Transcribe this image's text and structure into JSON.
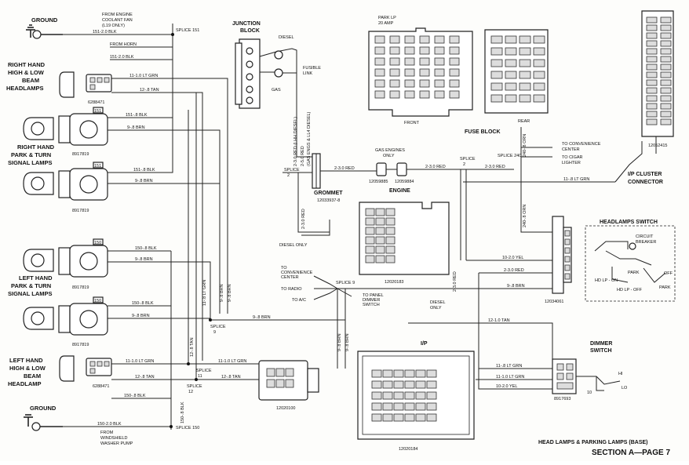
{
  "left_labels": {
    "ground_top": "GROUND",
    "rh_headlamps": [
      "RIGHT HAND",
      "HIGH & LOW",
      "BEAM",
      "HEADLAMPS"
    ],
    "rh_park": [
      "RIGHT HAND",
      "PARK & TURN",
      "SIGNAL LAMPS"
    ],
    "lh_park": [
      "LEFT HAND",
      "PARK & TURN",
      "SIGNAL LAMPS"
    ],
    "lh_headlamp": [
      "LEFT HAND",
      "HIGH & LOW",
      "BEAM",
      "HEADLAMP"
    ],
    "ground_bottom": "GROUND"
  },
  "part_numbers": {
    "rh_head": "6288471",
    "rh_park1": "8917819",
    "rh_park2": "8917819",
    "lh_park1": "8917819",
    "lh_park2": "8917819",
    "lh_head": "6288471",
    "cluster": "12052415",
    "engine_block": "12020183",
    "grommet": "12033937-8",
    "gas1": "12059885",
    "gas2": "12059884",
    "headlamp_sw": "12034061",
    "dimmer": "8917693",
    "ip_conn": "12020100",
    "ip_block": "12020184"
  },
  "connector_tags": [
    "151",
    "151",
    "150",
    "150"
  ],
  "wires": {
    "w151_2_blk": "151-2.0 BLK",
    "w151_2_blk_b": "151-2.0 BLK",
    "w11_lgrn": "11-1.0 LT GRN",
    "w12_tan": "12-.8 TAN",
    "w151_blk": "151-.8 BLK",
    "w9_brn": "9-.8 BRN",
    "w151_blk_b": "151-.8 BLK",
    "w9_brn_b": "9-.8 BRN",
    "w150_blk": "150-.8 BLK",
    "w9_brn_c": "9-.8 BRN",
    "w150_blk_b": "150-.8 BLK",
    "w9_brn_d": "9-.8 BRN",
    "w11_lgrn_b": "11-1.0 LT GRN",
    "w12_tan_b": "12-.8 TAN",
    "w150_blk_c": "150-.8 BLK",
    "w150_2_blk": "150-2.0 BLK",
    "v11_lgrn": "11-.8 LT GRN",
    "v12_tan": "12-.8 TAN",
    "v9_brn": "9-.8 BRN",
    "v9_brn2": "9-.8 BRN",
    "v150_blk": "150-.8 BLK",
    "h11_lgrn": "11-1.0 LT GRN",
    "h12_tan": "12-.8 TAN",
    "h9_brn": "9-.8 BRN",
    "splice_red1": "2-3.0 RED",
    "splice_red2": "2-3.0 RED",
    "splice_red3": "2-3.0 RED",
    "v_red_a": "2-3.0 RED (LHH DIESEL)",
    "v_red_b": "2-5.0 RED",
    "v_red_c": "(GAS ENGS & LL4 DIESEL)",
    "v_red_d": "2-3.0 RED",
    "v240_grn": "240-.8 ORN",
    "v240_grn2": "240-.8 ORN",
    "v2_red": "2-3.0 RED",
    "r11_lgrn": "11-.8 LT GRN",
    "r10_yel": "10-2.0 YEL",
    "r2_red": "2-3.0 RED",
    "r9_brn": "9-.8 BRN",
    "r12_tan": "12-1.0 TAN",
    "r11_lgrn2": "11-.8 LT GRN",
    "r11_lgrn3": "11-1.0 LT GRN",
    "r10_yel2": "10-2.0 YEL",
    "v9_brn_ip": "9-.8 BRN",
    "v9_brn_ip2": "9-.8 BRN"
  },
  "splices": {
    "s151": "SPLICE 151",
    "s9": [
      "SPLICE",
      "9"
    ],
    "s11": [
      "SPLICE",
      "11"
    ],
    "s12": [
      "SPLICE",
      "12"
    ],
    "s150": "SPLICE 150",
    "s2a": [
      "SPLICE",
      "2"
    ],
    "s2b": [
      "SPLICE",
      "2"
    ],
    "s240": "SPLICE 240",
    "s9b": "SPLICE 9"
  },
  "notes": {
    "from_fan": [
      "FROM ENGINE",
      "COOLANT FAN",
      "(L19 ONLY)"
    ],
    "from_horn": "FROM HORN",
    "from_washer": [
      "FROM",
      "WINDSHIELD",
      "WASHER PUMP"
    ],
    "junction_block": [
      "JUNCTION",
      "BLOCK"
    ],
    "diesel": "DIESEL",
    "gas": "GAS",
    "fusible_link": [
      "FUSIBLE",
      "LINK"
    ],
    "park_lp": [
      "PARK LP",
      "20 AMP"
    ],
    "front": "FRONT",
    "rear": "REAR",
    "fuse_block": "FUSE BLOCK",
    "gas_only": [
      "GAS ENGINES",
      "ONLY"
    ],
    "grommet": "GROMMET",
    "engine": "ENGINE",
    "diesel_only": "DIESEL ONLY",
    "diesel_only2": [
      "DIESEL",
      "ONLY"
    ],
    "to_conv": [
      "TO CONVENIENCE",
      "CENTER"
    ],
    "to_cigar": [
      "TO CIGAR",
      "LIGHTER"
    ],
    "to_conv2": [
      "TO",
      "CONVENIENCE",
      "CENTER"
    ],
    "to_radio": "TO RADIO",
    "to_ac": "TO A/C",
    "to_panel": [
      "TO PANEL",
      "DIMMER",
      "SWITCH"
    ],
    "ip": "I/P",
    "cluster": [
      "I/P CLUSTER",
      "CONNECTOR"
    ],
    "headlamps_switch": "HEADLAMPS SWITCH",
    "circuit_breaker": [
      "CIRCUIT",
      "BREAKER"
    ],
    "hd_lp_on": "HD LP - ON",
    "hd_lp_off": "HD LP - OFF",
    "park": "PARK",
    "park2": "PARK",
    "off": "OFF",
    "dimmer": [
      "DIMMER",
      "SWITCH"
    ],
    "hi": "HI",
    "lo": "LO",
    "ten": "10"
  },
  "footer": {
    "title": "HEAD LAMPS & PARKING LAMPS (BASE)",
    "section": "SECTION A—PAGE 7"
  }
}
